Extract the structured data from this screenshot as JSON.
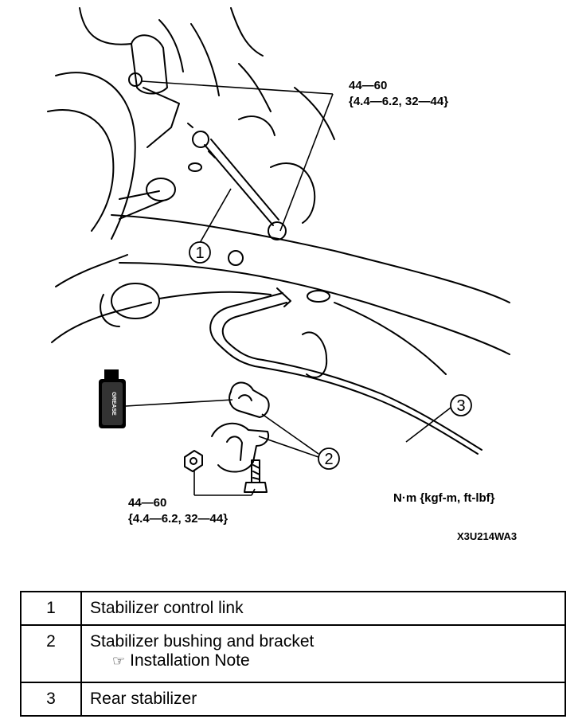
{
  "torque_upper": {
    "line1": "44—60",
    "line2": "{4.4—6.2, 32—44}"
  },
  "torque_lower": {
    "line1": "44—60",
    "line2": "{4.4—6.2, 32—44}"
  },
  "units": "N·m {kgf-m, ft-lbf}",
  "figure_code": "X3U214WA3",
  "grease_label": "GREASE",
  "callouts": [
    "1",
    "2",
    "3"
  ],
  "parts": [
    {
      "num": "1",
      "name": "Stabilizer control link"
    },
    {
      "num": "2",
      "name": "Stabilizer bushing and bracket",
      "note": "Installation Note",
      "note_icon": "pointing-hand-icon"
    },
    {
      "num": "3",
      "name": "Rear stabilizer"
    }
  ]
}
